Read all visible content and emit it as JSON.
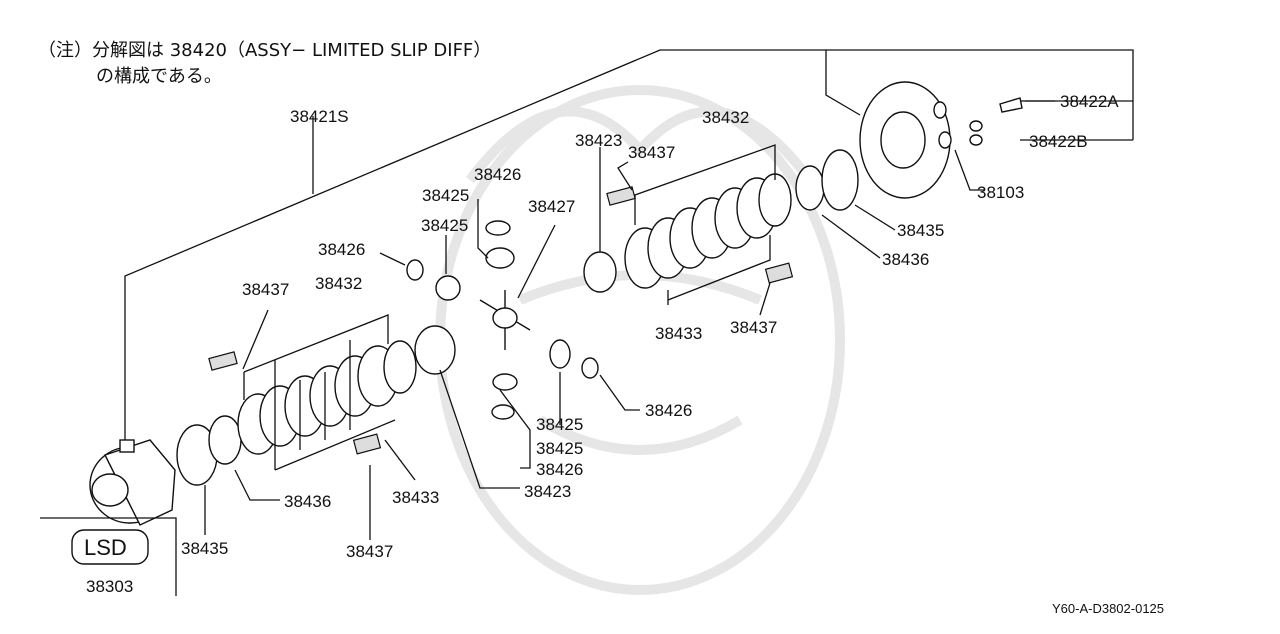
{
  "note": {
    "line1": "（注）分解図は 38420（ASSY− LIMITED SLIP DIFF）",
    "line2": "の構成である。"
  },
  "part_labels": [
    "38421S",
    "38432",
    "38423",
    "38437",
    "38426",
    "38425",
    "38427",
    "38422A",
    "38422B",
    "38103",
    "38435",
    "38436",
    "38426",
    "38425",
    "38437",
    "38432",
    "38433",
    "38437",
    "38426",
    "38425",
    "38425",
    "38426",
    "38423",
    "38433",
    "38436",
    "38435",
    "38437"
  ],
  "inset": {
    "badge": "LSD",
    "number": "38303"
  },
  "diagram_code": "Y60-A-D3802-0125"
}
